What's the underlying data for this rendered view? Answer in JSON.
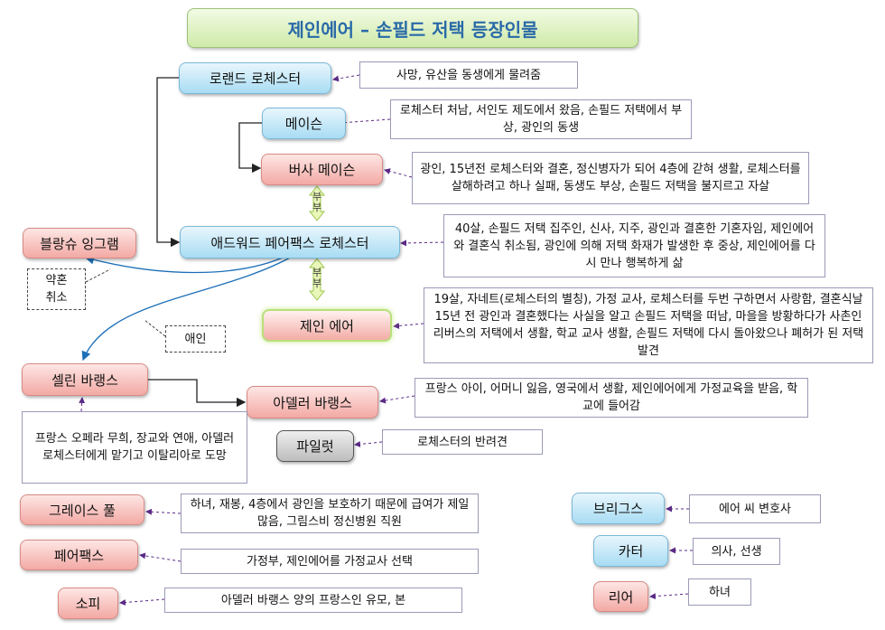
{
  "title": "제인에어 – 손필드 저택 등장인물",
  "nodes": {
    "roland": "로랜드 로체스터",
    "mason": "메이슨",
    "bertha": "버사 메이슨",
    "edward": "애드워드 페어팩스 로체스터",
    "blanche": "블랑슈 잉그램",
    "jane": "제인 에어",
    "celine": "셀린 바랭스",
    "adele": "아델러 바랭스",
    "pilot": "파일럿",
    "grace": "그레이스 풀",
    "fairfax": "페어팩스",
    "sophie": "소피",
    "briggs": "브리그스",
    "carter": "카터",
    "leah": "리어"
  },
  "notes": {
    "roland": "사망, 유산을 동생에게 물려줌",
    "mason": "로체스터 처남, 서인도 제도에서 왔음, 손필드 저택에서 부상, 광인의 동생",
    "bertha": "광인, 15년전 로체스터와 결혼, 정신병자가 되어 4층에 갇혀 생활, 로체스터를 살해하려고 하나 실패, 동생도 부상, 손필드 저택을 불지르고 자살",
    "edward": "40살, 손필드 저택 집주인, 신사, 지주, 광인과 결혼한 기혼자임, 제인에어와 결혼식 취소됨, 광인에 의해 저택 화재가 발생한 후 중상, 제인에어를 다시 만나 행복하게 삶",
    "jane": "19살, 자네트(로체스터의 별칭), 가정 교사, 로체스터를 두번 구하면서 사랑함, 결혼식날 15년 전 광인과 결혼했다는 사실을 알고 손필드 저택을 떠남, 마을을 방황하다가 사촌인 리버스의 저택에서 생활, 학교 교사 생활, 손필드 저택에 다시 돌아왔으나 폐허가 된 저택 발견",
    "adele": "프랑스 아이, 어머니 잃음, 영국에서 생활, 제인에어에게 가정교육을 받음, 학교에 들어감",
    "pilot": "로체스터의 반려견",
    "celine": "프랑스 오페라 무희, 장교와 연애, 아델러 로체스터에게 맡기고 이탈리아로 도망",
    "grace": "하녀, 재봉, 4층에서 광인을 보호하기 때문에 급여가 제일 많음, 그림스비 정신병원 직원",
    "fairfax": "가정부, 제인에어를 가정교사 선택",
    "sophie": "아델러 바랭스 양의 프랑스인 유모, 본",
    "briggs": "에어 씨 변호사",
    "carter": "의사, 선생",
    "leah": "하녀"
  },
  "relations": {
    "couple1": "부부",
    "couple2": "부부",
    "cancel": "약혼\n취소",
    "lover": "애인"
  }
}
